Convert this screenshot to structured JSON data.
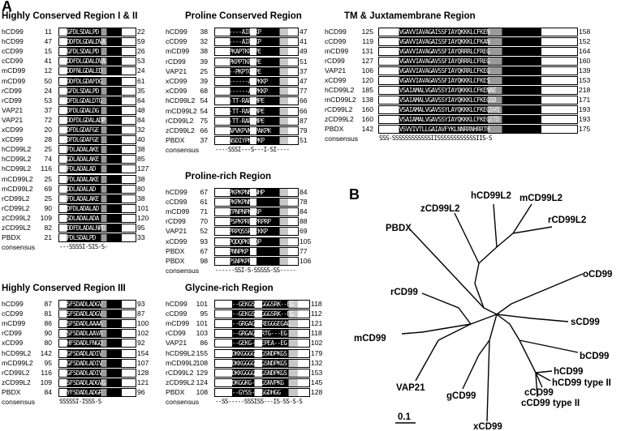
{
  "panel_a": "A",
  "panel_b": "B",
  "scale_label": "0.1",
  "blocks": [
    {
      "title": "Highly Conserved Region I & II",
      "rows": [
        {
          "name": "hCD99",
          "start": "11",
          "seq": "DGGFDLSDALPD",
          "end": "22"
        },
        {
          "name": "hCD99",
          "start": "47",
          "seq": "AGDDFDLGDALDVA",
          "end": "59"
        },
        {
          "name": "cCD99",
          "start": "15",
          "seq": "DGGFDLSDALPD",
          "end": "26"
        },
        {
          "name": "cCD99",
          "start": "41",
          "seq": "AGDDFDLGDALDVA",
          "end": "53"
        },
        {
          "name": "mCD99",
          "start": "12",
          "seq": "ASDDFNLGDALED",
          "end": "24"
        },
        {
          "name": "mCD99",
          "start": "50",
          "seq": "AGDDFDLGDAFDG",
          "end": "61"
        },
        {
          "name": "rCD99",
          "start": "24",
          "seq": "GGGFDLSDALPD",
          "end": "35"
        },
        {
          "name": "rCD99",
          "start": "53",
          "seq": "GGDFDLGDALDTG",
          "end": "64"
        },
        {
          "name": "VAP21",
          "start": "37",
          "seq": "AGDFDLGDALDG",
          "end": "48"
        },
        {
          "name": "VAP21",
          "start": "72",
          "seq": "AGDDFDLGDALADP",
          "end": "84"
        },
        {
          "name": "xCD99",
          "start": "20",
          "seq": "GGDFDLGDAFGE",
          "end": "32"
        },
        {
          "name": "xCD99",
          "start": "28",
          "seq": "GGDFDLGDAFGE",
          "end": "40"
        },
        {
          "name": "hCD99L2",
          "start": "25",
          "seq": "GDFDLADALAKE",
          "end": "38"
        },
        {
          "name": "hCD99L2",
          "start": "74",
          "seq": "GSGDLADALAKE",
          "end": "85"
        },
        {
          "name": "hCD99L2",
          "start": "116",
          "seq": "GDFDLADALAD",
          "end": "127"
        },
        {
          "name": "mCD99L2",
          "start": "25",
          "seq": "GDFDLADALAKE",
          "end": "38"
        },
        {
          "name": "mCD99L2",
          "start": "69",
          "seq": "LGDDLADALAD",
          "end": "80"
        },
        {
          "name": "rCD99L2",
          "start": "25",
          "seq": "GDFDLADALAKE",
          "end": "38"
        },
        {
          "name": "rCD99L2",
          "start": "90",
          "seq": "LGDFDLADALAD",
          "end": "101"
        },
        {
          "name": "zCD99L2",
          "start": "109",
          "seq": "GLSDLADALADA",
          "end": "120"
        },
        {
          "name": "zCD99L2",
          "start": "82",
          "seq": "GLDDFDLADALNPD",
          "end": "95"
        },
        {
          "name": "PBDX",
          "start": "21",
          "seq": "GGFDLSDALPD",
          "end": "33"
        },
        {
          "name": "consensus",
          "start": "",
          "seq": "---SSSSI-SIS-S-",
          "end": ""
        }
      ]
    },
    {
      "title": "Proline Conserved Region",
      "rows": [
        {
          "name": "hCD99",
          "start": "38",
          "seq": "KKP-----AIPKKP",
          "end": "47"
        },
        {
          "name": "cCD99",
          "start": "32",
          "seq": "KKP-----AIPKKP",
          "end": "41"
        },
        {
          "name": "mCD99",
          "start": "38",
          "seq": "KPT-PKAPTKPKPE",
          "end": "49"
        },
        {
          "name": "rCD99",
          "start": "39",
          "seq": "KPT-PKPPTKPKPE",
          "end": "51"
        },
        {
          "name": "VAP21",
          "start": "25",
          "seq": "KKPN--PKPTGKPE",
          "end": "37"
        },
        {
          "name": "xCD99",
          "start": "39",
          "seq": "KKT-------AAPKKP",
          "end": "47"
        },
        {
          "name": "xCD99",
          "start": "68",
          "seq": "KKT-------AAPKKP",
          "end": "77"
        },
        {
          "name": "hCD99L2",
          "start": "54",
          "seq": "NRPG-TT-RAPSMPE",
          "end": "66"
        },
        {
          "name": "mCD99L2",
          "start": "54",
          "seq": "NRPG-TT-RAPSMPE",
          "end": "66"
        },
        {
          "name": "rCD99L2",
          "start": "75",
          "seq": "NRPG-TT-RAPSMPE",
          "end": "87"
        },
        {
          "name": "zCD99L2",
          "start": "66",
          "seq": "VKPTAPVKPVKEPAKPK",
          "end": "79"
        },
        {
          "name": "PBDX",
          "start": "37",
          "seq": "TKKPNSDIYPKKPKP",
          "end": "51"
        },
        {
          "name": "consensus",
          "start": "",
          "seq": "----SSSI---S---I-SI----",
          "end": ""
        }
      ]
    },
    {
      "title": "TM & Juxtamembrane Region",
      "rows": [
        {
          "name": "hCD99",
          "start": "125",
          "seq": "GVIPGIVGAVVIAVAGAISSFIAYQKKKLCFKEN",
          "end": "158"
        },
        {
          "name": "cCD99",
          "start": "119",
          "seq": "GVIPGIVGAVVIAVAGAISSFIAYQKKKLCFKAN",
          "end": "152"
        },
        {
          "name": "mCD99",
          "start": "131",
          "seq": "GLVPGIVGAVVIAVAGAVSSFIAYQRRRLCFREG",
          "end": "164"
        },
        {
          "name": "rCD99",
          "start": "127",
          "seq": "GLVPGIVGAVVIAVAGAVSSFIAYQRRRLCFREG",
          "end": "160"
        },
        {
          "name": "VAP21",
          "start": "106",
          "seq": "GVVPGIVGAVVIAVAGAVSSFIAYQKRRLCFKEG",
          "end": "139"
        },
        {
          "name": "xCD99",
          "start": "120",
          "seq": "GNVPGIVGAVVIAVAGAVSSFIAYQKKKLCFKES",
          "end": "153"
        },
        {
          "name": "hCD99L2",
          "start": "185",
          "seq": "GTIAGIVSAIAMALVGAVSSYIAYQKKKLCFKENAE",
          "end": "218"
        },
        {
          "name": "mCD99L2",
          "start": "138",
          "seq": "GTIAGIVSAIAMALVGAVSSYIAYQKKKLCFKEGSD",
          "end": "171"
        },
        {
          "name": "rCD99L2",
          "start": "160",
          "seq": "GTIAGIVSAIAMALVGAVSSYLAYQKKKLCFKEGSVQ",
          "end": "193"
        },
        {
          "name": "zCD99L2",
          "start": "160",
          "seq": "GTIAGIVSAIAMALVGAVSSYIAYQKKKLCFKEGSTD",
          "end": "193"
        },
        {
          "name": "PBDX",
          "start": "142",
          "seq": "KIVSPIVSVVIVTLLGAIAVFYKLNNRRNHRRTH",
          "end": "175"
        },
        {
          "name": "consensus",
          "start": "",
          "seq": "SSS-SSSSSSSSSSSSIISSSSSSSSSSSSIIS-S",
          "end": ""
        }
      ]
    },
    {
      "title": "Proline-rich Region",
      "rows": [
        {
          "name": "hCD99",
          "start": "67",
          "seq": "PRPNPKPKPNNPNHP",
          "end": "84"
        },
        {
          "name": "cCD99",
          "start": "61",
          "seq": "PRPNPKPKPNNP",
          "end": "78"
        },
        {
          "name": "mCD99",
          "start": "71",
          "seq": "PRNPTPNPNPKPRP",
          "end": "84"
        },
        {
          "name": "rCD99",
          "start": "70",
          "seq": "PRPRPSPKPRPKPRPRP",
          "end": "88"
        },
        {
          "name": "VAP21",
          "start": "52",
          "seq": "PAPRPRPQSSRPEKKP",
          "end": "69"
        },
        {
          "name": "xCD99",
          "start": "93",
          "seq": "KIPKPQDQPKEYQP",
          "end": "105"
        },
        {
          "name": "PBDX",
          "start": "67",
          "seq": "PRPKPNNPKP",
          "end": "77"
        },
        {
          "name": "PBDX",
          "start": "98",
          "seq": "PRPKPSNPKPRP",
          "end": "106"
        },
        {
          "name": "consensus",
          "start": "",
          "seq": "------SSI-S-SSSSS-SS-----",
          "end": ""
        }
      ]
    },
    {
      "title": "Highly Conserved Region III",
      "rows": [
        {
          "name": "hCD99",
          "start": "87",
          "seq": "SGSFSDADLADGV",
          "end": "93"
        },
        {
          "name": "cCD99",
          "start": "81",
          "seq": "SGSFSDADLADGV",
          "end": "87"
        },
        {
          "name": "mCD99",
          "start": "86",
          "seq": "SGSFSDADLAAAA",
          "end": "100"
        },
        {
          "name": "rCD99",
          "start": "90",
          "seq": "SGSFSDADLAAVA",
          "end": "102"
        },
        {
          "name": "xCD99",
          "start": "80",
          "seq": "GGHFSDADLFNGQ",
          "end": "92"
        },
        {
          "name": "hCD99L2",
          "start": "142",
          "seq": "SGGFSDADLADIV",
          "end": "154"
        },
        {
          "name": "mCD99L2",
          "start": "95",
          "seq": "SGGFSDADLADIV",
          "end": "107"
        },
        {
          "name": "rCD99L2",
          "start": "116",
          "seq": "SGGFSDADLADIV",
          "end": "128"
        },
        {
          "name": "zCD99L2",
          "start": "109",
          "seq": "SGSFSDADLADGVG",
          "end": "121"
        },
        {
          "name": "PBDX",
          "start": "84",
          "seq": "SGYFSDADLADGR",
          "end": "96"
        },
        {
          "name": "consensus",
          "start": "",
          "seq": "SSSSSI-ISSS-S",
          "end": ""
        }
      ]
    },
    {
      "title": "Glycine-rich Region",
      "rows": [
        {
          "name": "hCD99",
          "start": "101",
          "seq": "GG-----GEKGSGDGGGSRK--EG",
          "end": "118"
        },
        {
          "name": "cCD99",
          "start": "95",
          "seq": "GG-----GEKGSGDGGGSRK--EG",
          "end": "112"
        },
        {
          "name": "mCD99",
          "start": "101",
          "seq": "GG-----GRGAGR-REGGGEGAG",
          "end": "121"
        },
        {
          "name": "rCD99",
          "start": "103",
          "seq": "GHGG---GRGAGR-RTG---EG",
          "end": "118"
        },
        {
          "name": "VAP21",
          "start": "86",
          "seq": "GG-----GEKG-KEEPEA--EG",
          "end": "102"
        },
        {
          "name": "hCD99L2",
          "start": "155",
          "seq": "GGYKPDKKGGGG-YGSNDPKGS",
          "end": "179"
        },
        {
          "name": "mCD99L2",
          "start": "108",
          "seq": "GGYKPDKKGGGG-YGSNDPKGS",
          "end": "132"
        },
        {
          "name": "rCD99L2",
          "start": "129",
          "seq": "GGYKPDKKGGGG-YGSNDPKGS",
          "end": "153"
        },
        {
          "name": "zCD99L2",
          "start": "124",
          "seq": "NSYKPDKGGKG--YGSNVPKG",
          "end": "145"
        },
        {
          "name": "PBDX",
          "start": "108",
          "seq": "GG-----GYSS-YNSGDHGG",
          "end": "128"
        },
        {
          "name": "consensus",
          "start": "",
          "seq": "--SS-----SSSISS---IS-SS-S-S",
          "end": ""
        }
      ]
    }
  ],
  "tree_leaves": [
    {
      "id": "pbdx",
      "label": "PBDX"
    },
    {
      "id": "zcd99l2",
      "label": "zCD99L2"
    },
    {
      "id": "hcd99l2",
      "label": "hCD99L2"
    },
    {
      "id": "mcd99l2",
      "label": "mCD99L2"
    },
    {
      "id": "rcd99l2",
      "label": "rCD99L2"
    },
    {
      "id": "ocd99",
      "label": "oCD99"
    },
    {
      "id": "scd99",
      "label": "sCD99"
    },
    {
      "id": "bcd99",
      "label": "bCD99"
    },
    {
      "id": "hcd99",
      "label": "hCD99"
    },
    {
      "id": "hcd99t2",
      "label": "hCD99 type II"
    },
    {
      "id": "ccd99",
      "label": "cCD99"
    },
    {
      "id": "ccd99t2",
      "label": "cCD99 type II"
    },
    {
      "id": "xcd99",
      "label": "xCD99"
    },
    {
      "id": "gcd99",
      "label": "gCD99"
    },
    {
      "id": "vap21",
      "label": "VAP21"
    },
    {
      "id": "mcd99",
      "label": "mCD99"
    },
    {
      "id": "rcd99",
      "label": "rCD99"
    }
  ]
}
